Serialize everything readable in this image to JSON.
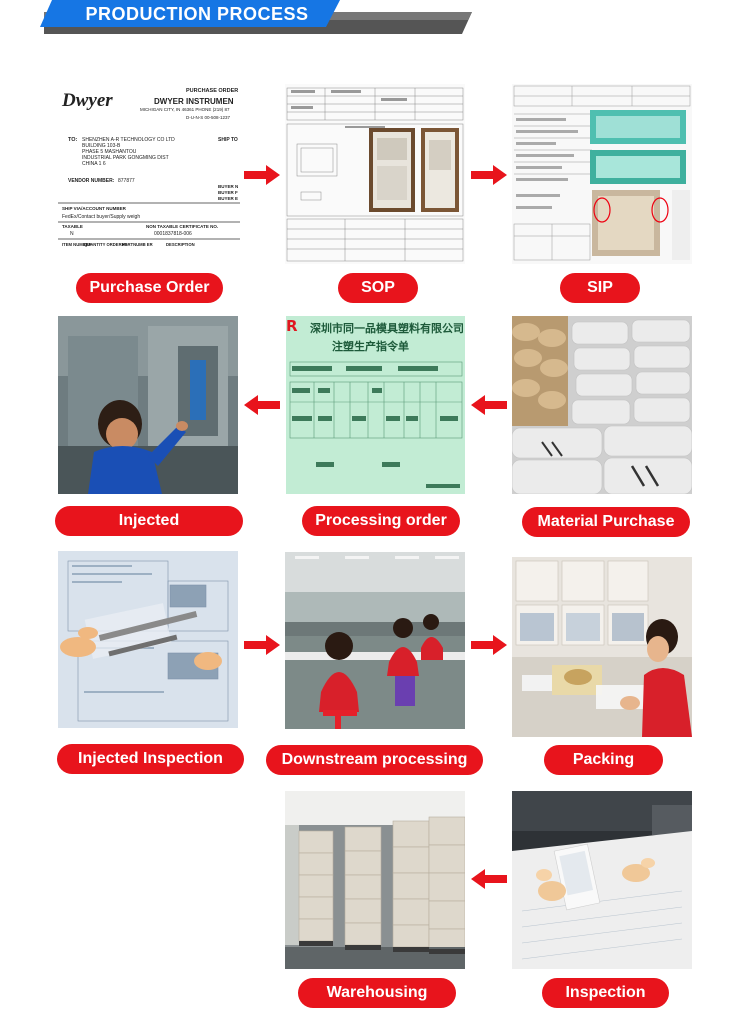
{
  "header": {
    "title": "PRODUCTION PROCESS"
  },
  "steps": [
    {
      "label": "Purchase Order"
    },
    {
      "label": "SOP"
    },
    {
      "label": "SIP"
    },
    {
      "label": "Injected"
    },
    {
      "label": "Processing order"
    },
    {
      "label": "Material Purchase"
    },
    {
      "label": "Injected  Inspection"
    },
    {
      "label": "Downstream processing"
    },
    {
      "label": "Packing"
    },
    {
      "label": "Warehousing"
    },
    {
      "label": "Inspection"
    }
  ],
  "purchase_order": {
    "logo": "Dwyer",
    "doc_title": "PURCHASE ORDER",
    "company": "DWYER INSTRUMEN",
    "address": "MICHIGAN CITY, IN 46361  PHONE (219) 87",
    "doc_no": "D-U-N-S  00-508-1237",
    "to_label": "TO:",
    "to_lines": [
      "SHENZHEN A-R TECHNOLOGY CO LTD",
      "BUILDING 103-B",
      "PHASE 5 MASHANTOU",
      "INDUSTRIAL PARK  GONGMING DIST",
      "CHINA         1   6"
    ],
    "ship_to": "SHIP TO",
    "vendor_label": "VENDOR NUMBER:",
    "vendor_number": "877877",
    "buyer_lines": [
      "BUYER N",
      "BUYER F",
      "BUYER E"
    ],
    "ship_via": "SHIP VIA/ACCOUNT NUMBER",
    "ship_via_value": "FedEx/Contact buyer/Supply weigh",
    "taxable": "TAXABLE",
    "taxable_value": "N",
    "cert": "NON TAXABLE CERTIFICATE NO.",
    "cert_value": "0001837818-006",
    "col1": "ITEM NUMBER",
    "col2": "QUANTITY ORDERED",
    "col3": "PARTNUMB ER",
    "col4": "DESCRIPTION"
  },
  "processing_order": {
    "company": "深圳市同一品模具塑料有限公司",
    "doc_title": "注塑生产指令单",
    "logo_letter": "R"
  }
}
